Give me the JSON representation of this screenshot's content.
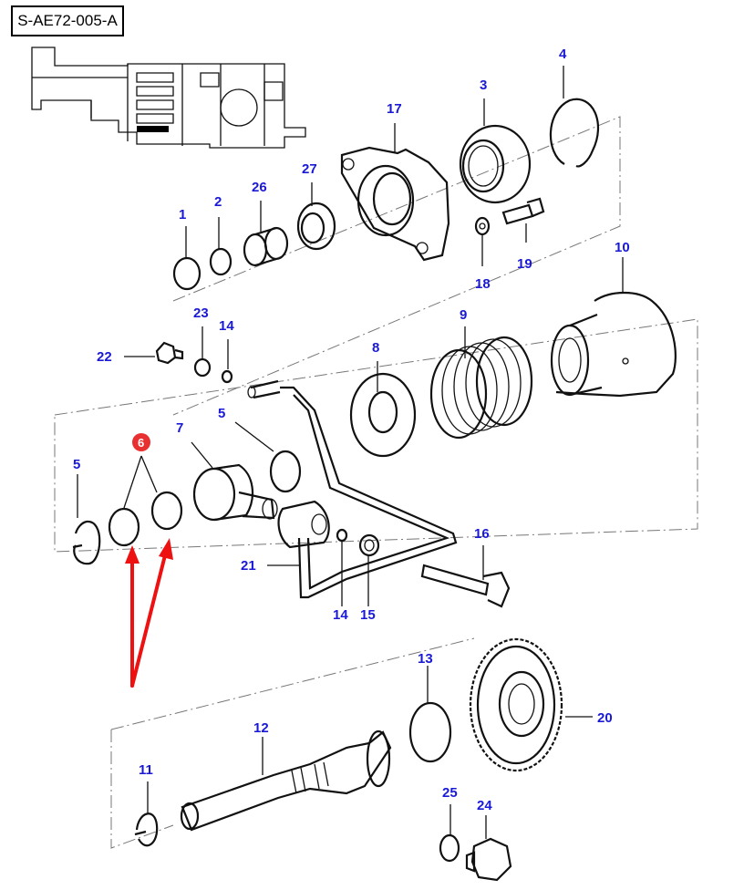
{
  "diagram": {
    "reference_code": "S-AE72-005-A",
    "highlight_color": "#e83030",
    "label_color": "#1a1ad6",
    "highlighted_part": "6",
    "labels": {
      "p1": "1",
      "p2": "2",
      "p3": "3",
      "p4": "4",
      "p5a": "5",
      "p5b": "5",
      "p6": "6",
      "p7": "7",
      "p8": "8",
      "p9": "9",
      "p10": "10",
      "p11": "11",
      "p12": "12",
      "p13": "13",
      "p14a": "14",
      "p14b": "14",
      "p15": "15",
      "p16": "16",
      "p17": "17",
      "p18": "18",
      "p19": "19",
      "p20": "20",
      "p21": "21",
      "p22": "22",
      "p23": "23",
      "p24": "24",
      "p25": "25",
      "p26": "26",
      "p27": "27"
    }
  }
}
